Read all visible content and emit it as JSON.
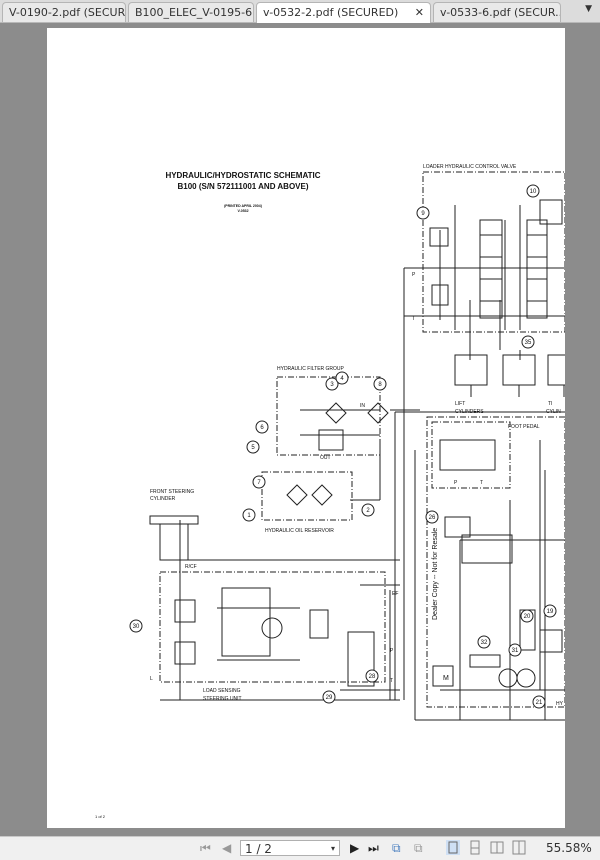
{
  "tabs": [
    {
      "label": "V-0190-2.pdf (SECUR...",
      "active": false
    },
    {
      "label": "B100_ELEC_V-0195-6...",
      "active": false
    },
    {
      "label": "v-0532-2.pdf (SECURED)",
      "active": true
    },
    {
      "label": "v-0533-6.pdf (SECUR...",
      "active": false
    }
  ],
  "document": {
    "title_line1": "HYDRAULIC/HYDROSTATIC SCHEMATIC",
    "title_line2": "B100 (S/N 572111001 AND ABOVE)",
    "printed": "(PRINTED APRIL 2004)",
    "doc_number": "V-0532",
    "page_footer": "1 of 2",
    "watermark": "Dealer Copy -- Not for Resale",
    "labels": [
      "LOADER HYDRAULIC CONTROL VALVE",
      "HYDRAULIC FILTER GROUP",
      "IN",
      "OUT",
      "FRONT STEERING",
      "CYLINDER",
      "HYDRAULIC OIL RESERVOIR",
      "R/CF",
      "EF",
      "LOAD SENSING",
      "STEERING UNIT",
      "FOOT PEDAL",
      "LIFT",
      "CYLINDERS",
      "TI",
      "CYLIN",
      "P",
      "T",
      "P",
      "T",
      "L",
      "P",
      "T",
      "M",
      "HY"
    ],
    "callouts": [
      "3",
      "4",
      "8",
      "6",
      "5",
      "7",
      "1",
      "2",
      "9",
      "10",
      "35",
      "26",
      "32",
      "31",
      "20",
      "19",
      "21",
      "30",
      "29",
      "28"
    ]
  },
  "toolbar": {
    "page_value": "1 / 2",
    "zoom": "55.58%"
  }
}
